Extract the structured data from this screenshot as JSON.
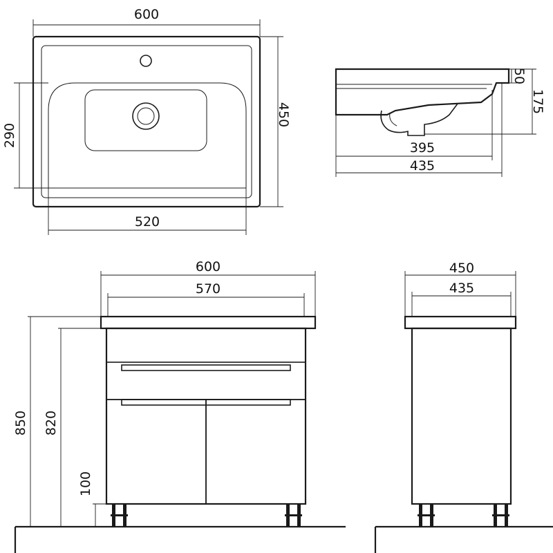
{
  "top_view": {
    "width": "600",
    "inner_width": "520",
    "depth": "450",
    "bowl_depth": "290"
  },
  "side_view": {
    "rim_height": "50",
    "total_height": "175",
    "bowl_depth": "395",
    "total_depth": "435"
  },
  "front_view": {
    "basin_width": "600",
    "cabinet_width": "570",
    "total_height": "850",
    "cabinet_height": "820",
    "leg_height": "100"
  },
  "side_cabinet_view": {
    "basin_depth": "450",
    "cabinet_depth": "435"
  }
}
